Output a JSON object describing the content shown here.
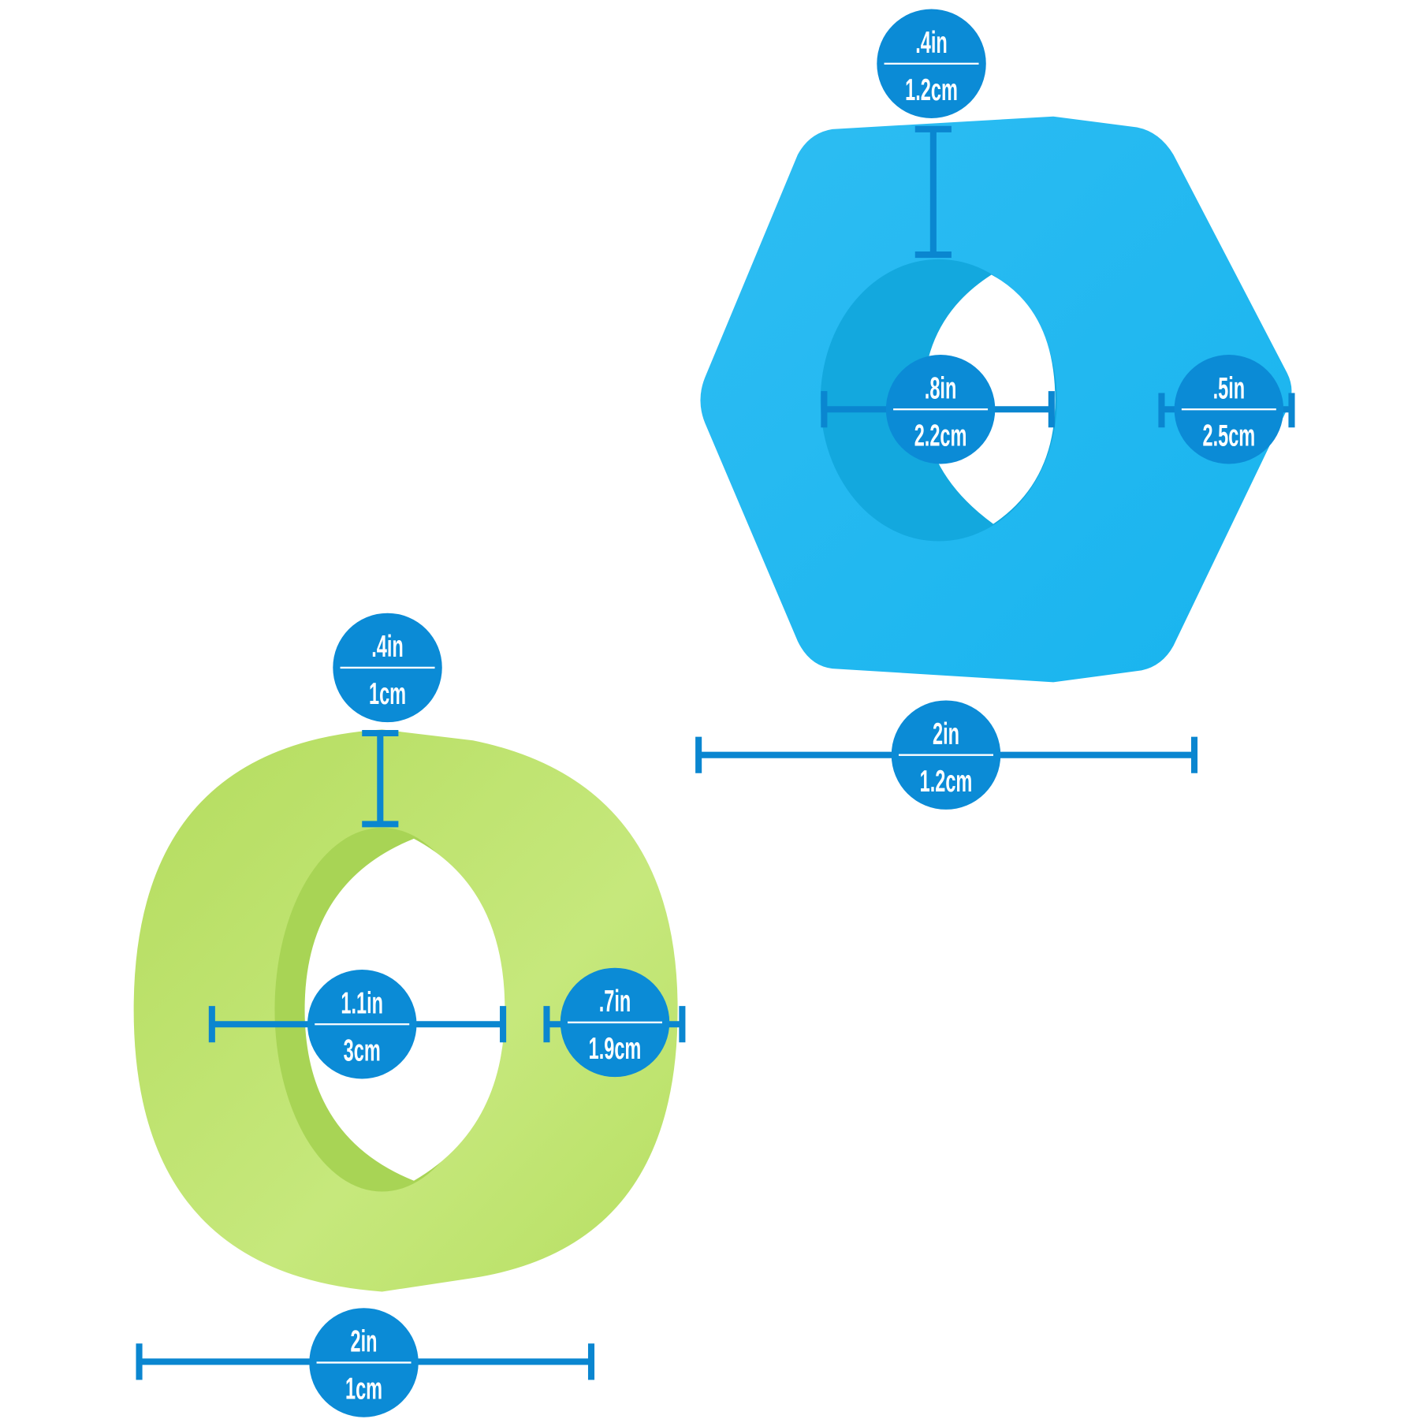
{
  "colors": {
    "badge": "#0b8bd6",
    "line": "#0a86d0",
    "hexagon": "#22b8f0",
    "ring": "#bde36f"
  },
  "hexagon": {
    "top_thickness": {
      "in": ".4in",
      "cm": "1.2cm"
    },
    "inner_diameter": {
      "in": ".8in",
      "cm": "2.2cm"
    },
    "side_width": {
      "in": ".5in",
      "cm": "2.5cm"
    },
    "outer_width": {
      "in": "2in",
      "cm": "1.2cm"
    }
  },
  "ring": {
    "top_thickness": {
      "in": ".4in",
      "cm": "1cm"
    },
    "inner_diameter": {
      "in": "1.1in",
      "cm": "3cm"
    },
    "side_width": {
      "in": ".7in",
      "cm": "1.9cm"
    },
    "outer_width": {
      "in": "2in",
      "cm": "1cm"
    }
  }
}
